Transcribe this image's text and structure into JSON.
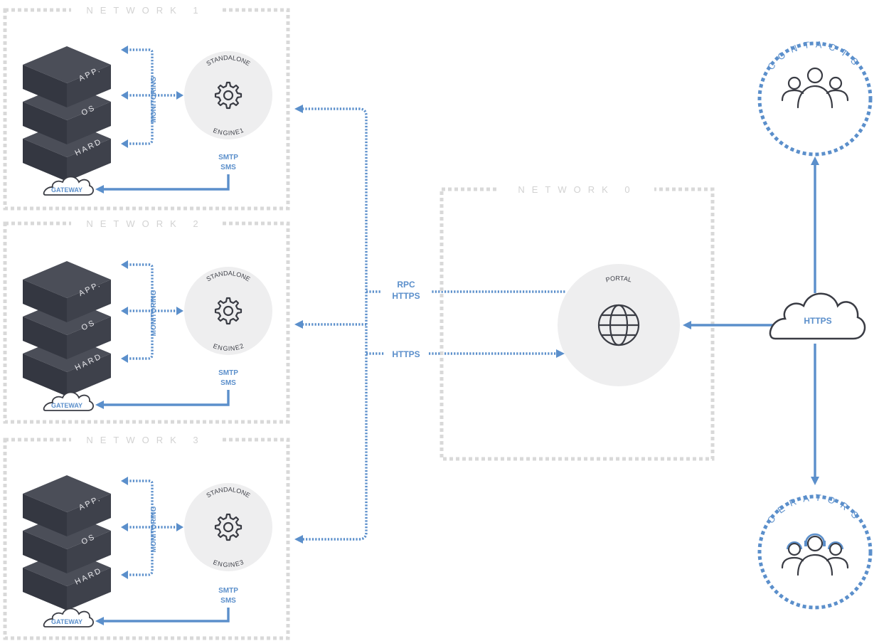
{
  "networks": [
    {
      "title": "NETWORK 1",
      "engine_top": "STANDALONE",
      "engine_bottom": "ENGINE1"
    },
    {
      "title": "NETWORK 2",
      "engine_top": "STANDALONE",
      "engine_bottom": "ENGINE2"
    },
    {
      "title": "NETWORK 3",
      "engine_top": "STANDALONE",
      "engine_bottom": "ENGINE3"
    }
  ],
  "layers": [
    "APP.",
    "OS",
    "HARD"
  ],
  "monitoring_label": "MONITORING",
  "smtp_label": "SMTP",
  "sms_label": "SMS",
  "gateway_label": "GATEWAY",
  "network0_title": "NETWORK 0",
  "portal_label": "PORTAL",
  "rpc_label": "RPC",
  "https_label": "HTTPS",
  "contacts_label": "CONTACTS",
  "operators_label": "OERATORS",
  "colors": {
    "accent": "#5b8fcb",
    "cube": "#3e414b",
    "box": "#d9d9d9",
    "disc": "#eeeeef"
  }
}
